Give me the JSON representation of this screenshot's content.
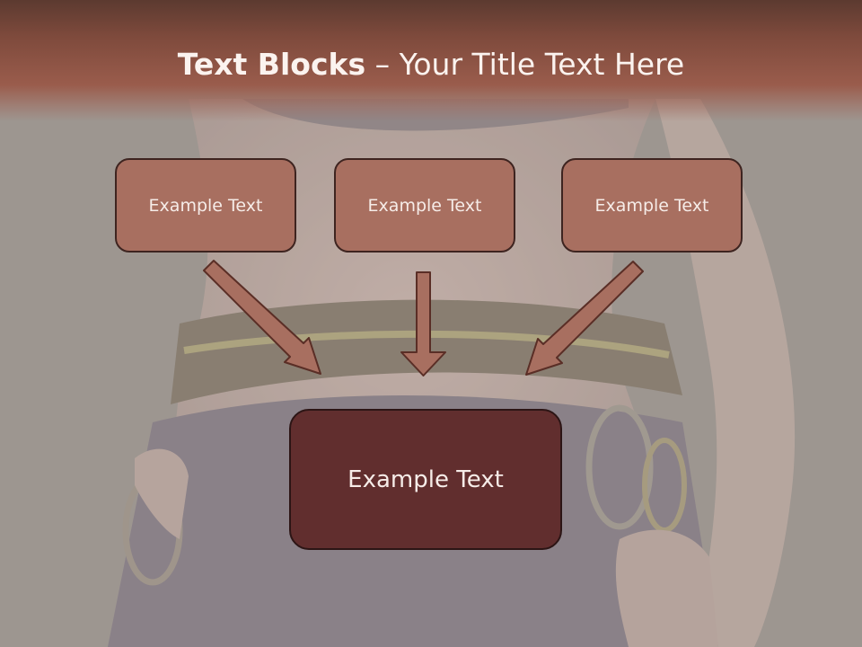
{
  "slide": {
    "title_bold": "Text Blocks",
    "title_separator": " – ",
    "title_rest": "Your Title Text Here",
    "top_boxes": [
      "Example Text",
      "Example Text",
      "Example Text"
    ],
    "bottom_box": "Example Text"
  },
  "colors": {
    "title_bar": "#7e4a3c",
    "small_box_fill": "#a86f60",
    "big_box_fill": "#612e2e",
    "arrow_fill": "#a86f60",
    "text": "#f6ece8"
  }
}
